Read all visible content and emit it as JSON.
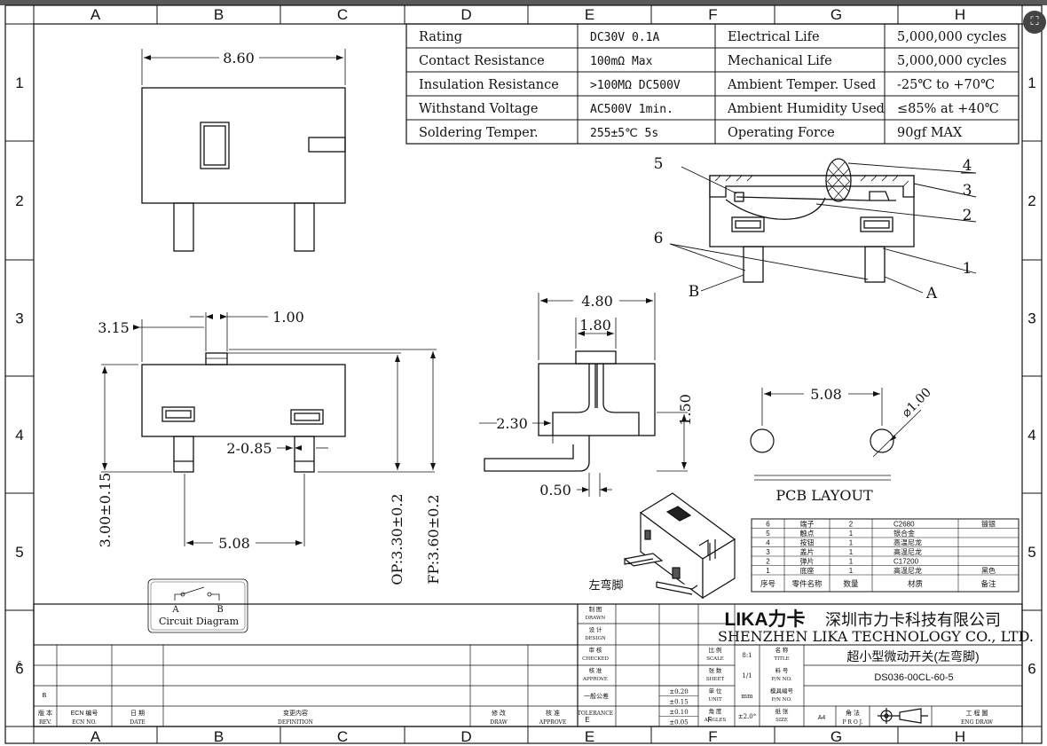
{
  "grid": {
    "cols": [
      "A",
      "B",
      "C",
      "D",
      "E",
      "F",
      "G",
      "H"
    ],
    "rows": [
      "1",
      "2",
      "3",
      "4",
      "5",
      "6"
    ]
  },
  "spec_table": [
    [
      "Rating",
      "DC30V 0.1A",
      "Electrical Life",
      "5,000,000 cycles"
    ],
    [
      "Contact Resistance",
      "100mΩ Max",
      "Mechanical Life",
      "5,000,000 cycles"
    ],
    [
      "Insulation Resistance",
      ">100MΩ DC500V",
      "Ambient Temper. Used",
      "-25℃ to +70℃"
    ],
    [
      "Withstand Voltage",
      "AC500V  1min.",
      "Ambient Humidity Used",
      "≤85% at +40℃"
    ],
    [
      "Soldering Temper.",
      "255±5℃ 5s",
      "Operating Force",
      "90gf MAX"
    ]
  ],
  "dims": {
    "top_width": "8.60",
    "left_offset": "3.15",
    "actuator": "1.00",
    "pin_width": "2-0.85",
    "pin_pitch": "5.08",
    "height": "3.00±0.15",
    "op": "OP:3.30±0.2",
    "fp": "FP:3.60±0.2",
    "side_width": "4.80",
    "side_act": "1.80",
    "side_left": "2.30",
    "side_h": "1.50",
    "side_t": "0.50",
    "pcb_pitch": "5.08",
    "pcb_hole": "⌀1.00"
  },
  "labels": {
    "circuit_a": "A",
    "circuit_b": "B",
    "circuit_title": "Circuit Diagram",
    "pcb_layout": "PCB LAYOUT",
    "bend_label": "左弯脚",
    "section_a": "A",
    "section_b": "B",
    "callouts": [
      "1",
      "2",
      "3",
      "4",
      "5",
      "6"
    ]
  },
  "bom": {
    "rows": [
      [
        "6",
        "端子",
        "2",
        "C2680",
        "镀银"
      ],
      [
        "5",
        "触点",
        "1",
        "银合金",
        ""
      ],
      [
        "4",
        "按钮",
        "1",
        "高温尼龙",
        ""
      ],
      [
        "3",
        "盖片",
        "1",
        "高温尼龙",
        ""
      ],
      [
        "2",
        "弹片",
        "1",
        "C17200",
        ""
      ],
      [
        "1",
        "底座",
        "1",
        "高温尼龙",
        "黑色"
      ]
    ],
    "header": [
      "序号",
      "零件名称",
      "数量",
      "材质",
      "备注"
    ]
  },
  "title_block": {
    "logo": "LIKA力卡",
    "company_cn": "深圳市力卡科技有限公司",
    "company_en": "SHENZHEN LIKA TECHNOLOGY CO., LTD.",
    "title_cn": "超小型微动开关(左弯脚)",
    "part_no": "DS036-00CL-60-5",
    "drawn_cn": "制 图",
    "drawn_en": "DRAWN",
    "design_cn": "设 计",
    "design_en": "DESIGN",
    "checked_cn": "审 核",
    "checked_en": "CHECKED",
    "approve_cn": "核 准",
    "approve_en": "APPROVE",
    "tolerance_cn": "一般公差",
    "tolerance_en": "TOLERANCE",
    "tol": [
      "±0.20",
      "±0.15",
      "±0.10",
      "±0.05"
    ],
    "scale_cn": "比 例",
    "scale_en": "SCALE",
    "scale": "8:1",
    "title_lbl_cn": "名 称",
    "title_lbl_en": "TITLE",
    "sheet_cn": "张 数",
    "sheet_en": "SHEET",
    "sheet": "1/1",
    "pn_cn": "料 号",
    "pn_en": "P/N NO.",
    "unit_cn": "单 位",
    "unit_en": "UNIT",
    "unit": "mm",
    "mold_cn": "模具编号",
    "mold_en": "P/N NO.",
    "angle_cn": "角 度",
    "angle_en": "ANGLES",
    "angle": "±2.0°",
    "size_cn": "纸 张",
    "size_en": "SIZE",
    "size": "A4",
    "proj_cn": "角 法",
    "proj_en": "P R O J.",
    "eng_cn": "工 程 圖",
    "eng_en": "ENG DRAW",
    "rev_cn": "版 本",
    "rev_en": "REV.",
    "ecn_cn": "ECN 编号",
    "ecn_en": "ECN NO.",
    "date_cn": "日 期",
    "date_en": "DATE",
    "def_cn": "变更内容",
    "def_en": "DEFINITION",
    "rdraw_cn": "修 改",
    "rdraw_en": "DRAW",
    "rappr_cn": "核 准",
    "rappr_en": "APPROVE",
    "rev_b": "B",
    "row6": "6",
    "bottom_e": "E",
    "bottom_f": "F"
  },
  "ui": {
    "corner_icon": "⛶"
  }
}
